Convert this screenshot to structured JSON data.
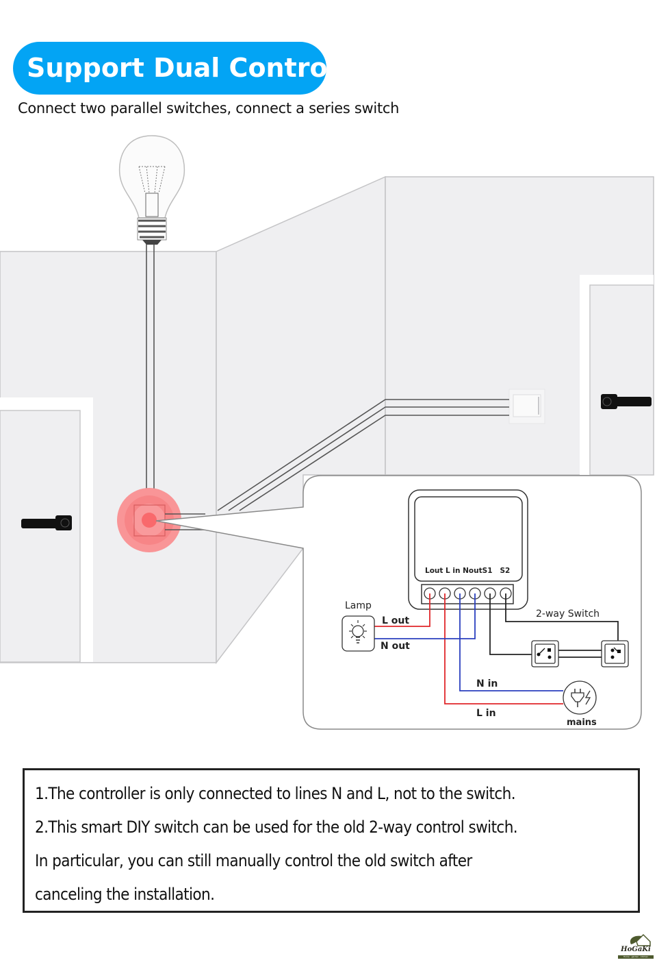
{
  "header": {
    "title": "Support Dual Control",
    "subtitle": "Connect two parallel switches, connect a series switch"
  },
  "colors": {
    "accent": "#03a4f4",
    "live_wire": "#e0262a",
    "neutral_wire": "#2a3fbf",
    "switch_wire": "#222222",
    "wall": "#efeff1",
    "hotspot": "#f96b6e"
  },
  "diagram": {
    "module": {
      "terminal_labels": "Lout L in NoutS1   S2",
      "terminals": [
        "Lout",
        "L in",
        "Nout",
        "S1",
        "S2"
      ]
    },
    "lamp_label": "Lamp",
    "l_out_label": "L out",
    "n_out_label": "N out",
    "two_way_switch_label": "2-way Switch",
    "n_in_label": "N in",
    "l_in_label": "L in",
    "mains_label": "mains",
    "icons": [
      "light-bulb-icon",
      "lamp-icon",
      "two-way-switch-icon",
      "mains-plug-icon",
      "door-handle-icon",
      "wall-switch-icon"
    ]
  },
  "notes": {
    "lines": [
      "1.The controller is only connected to lines N and L, not to the switch.",
      "2.This smart DIY switch can be used for the old 2-way control switch.",
      "In particular, you can still manually control the old switch after",
      "canceling the installation."
    ]
  },
  "logo": {
    "name": "HoGaKi",
    "tagline": "Home · garden · kitchen"
  }
}
